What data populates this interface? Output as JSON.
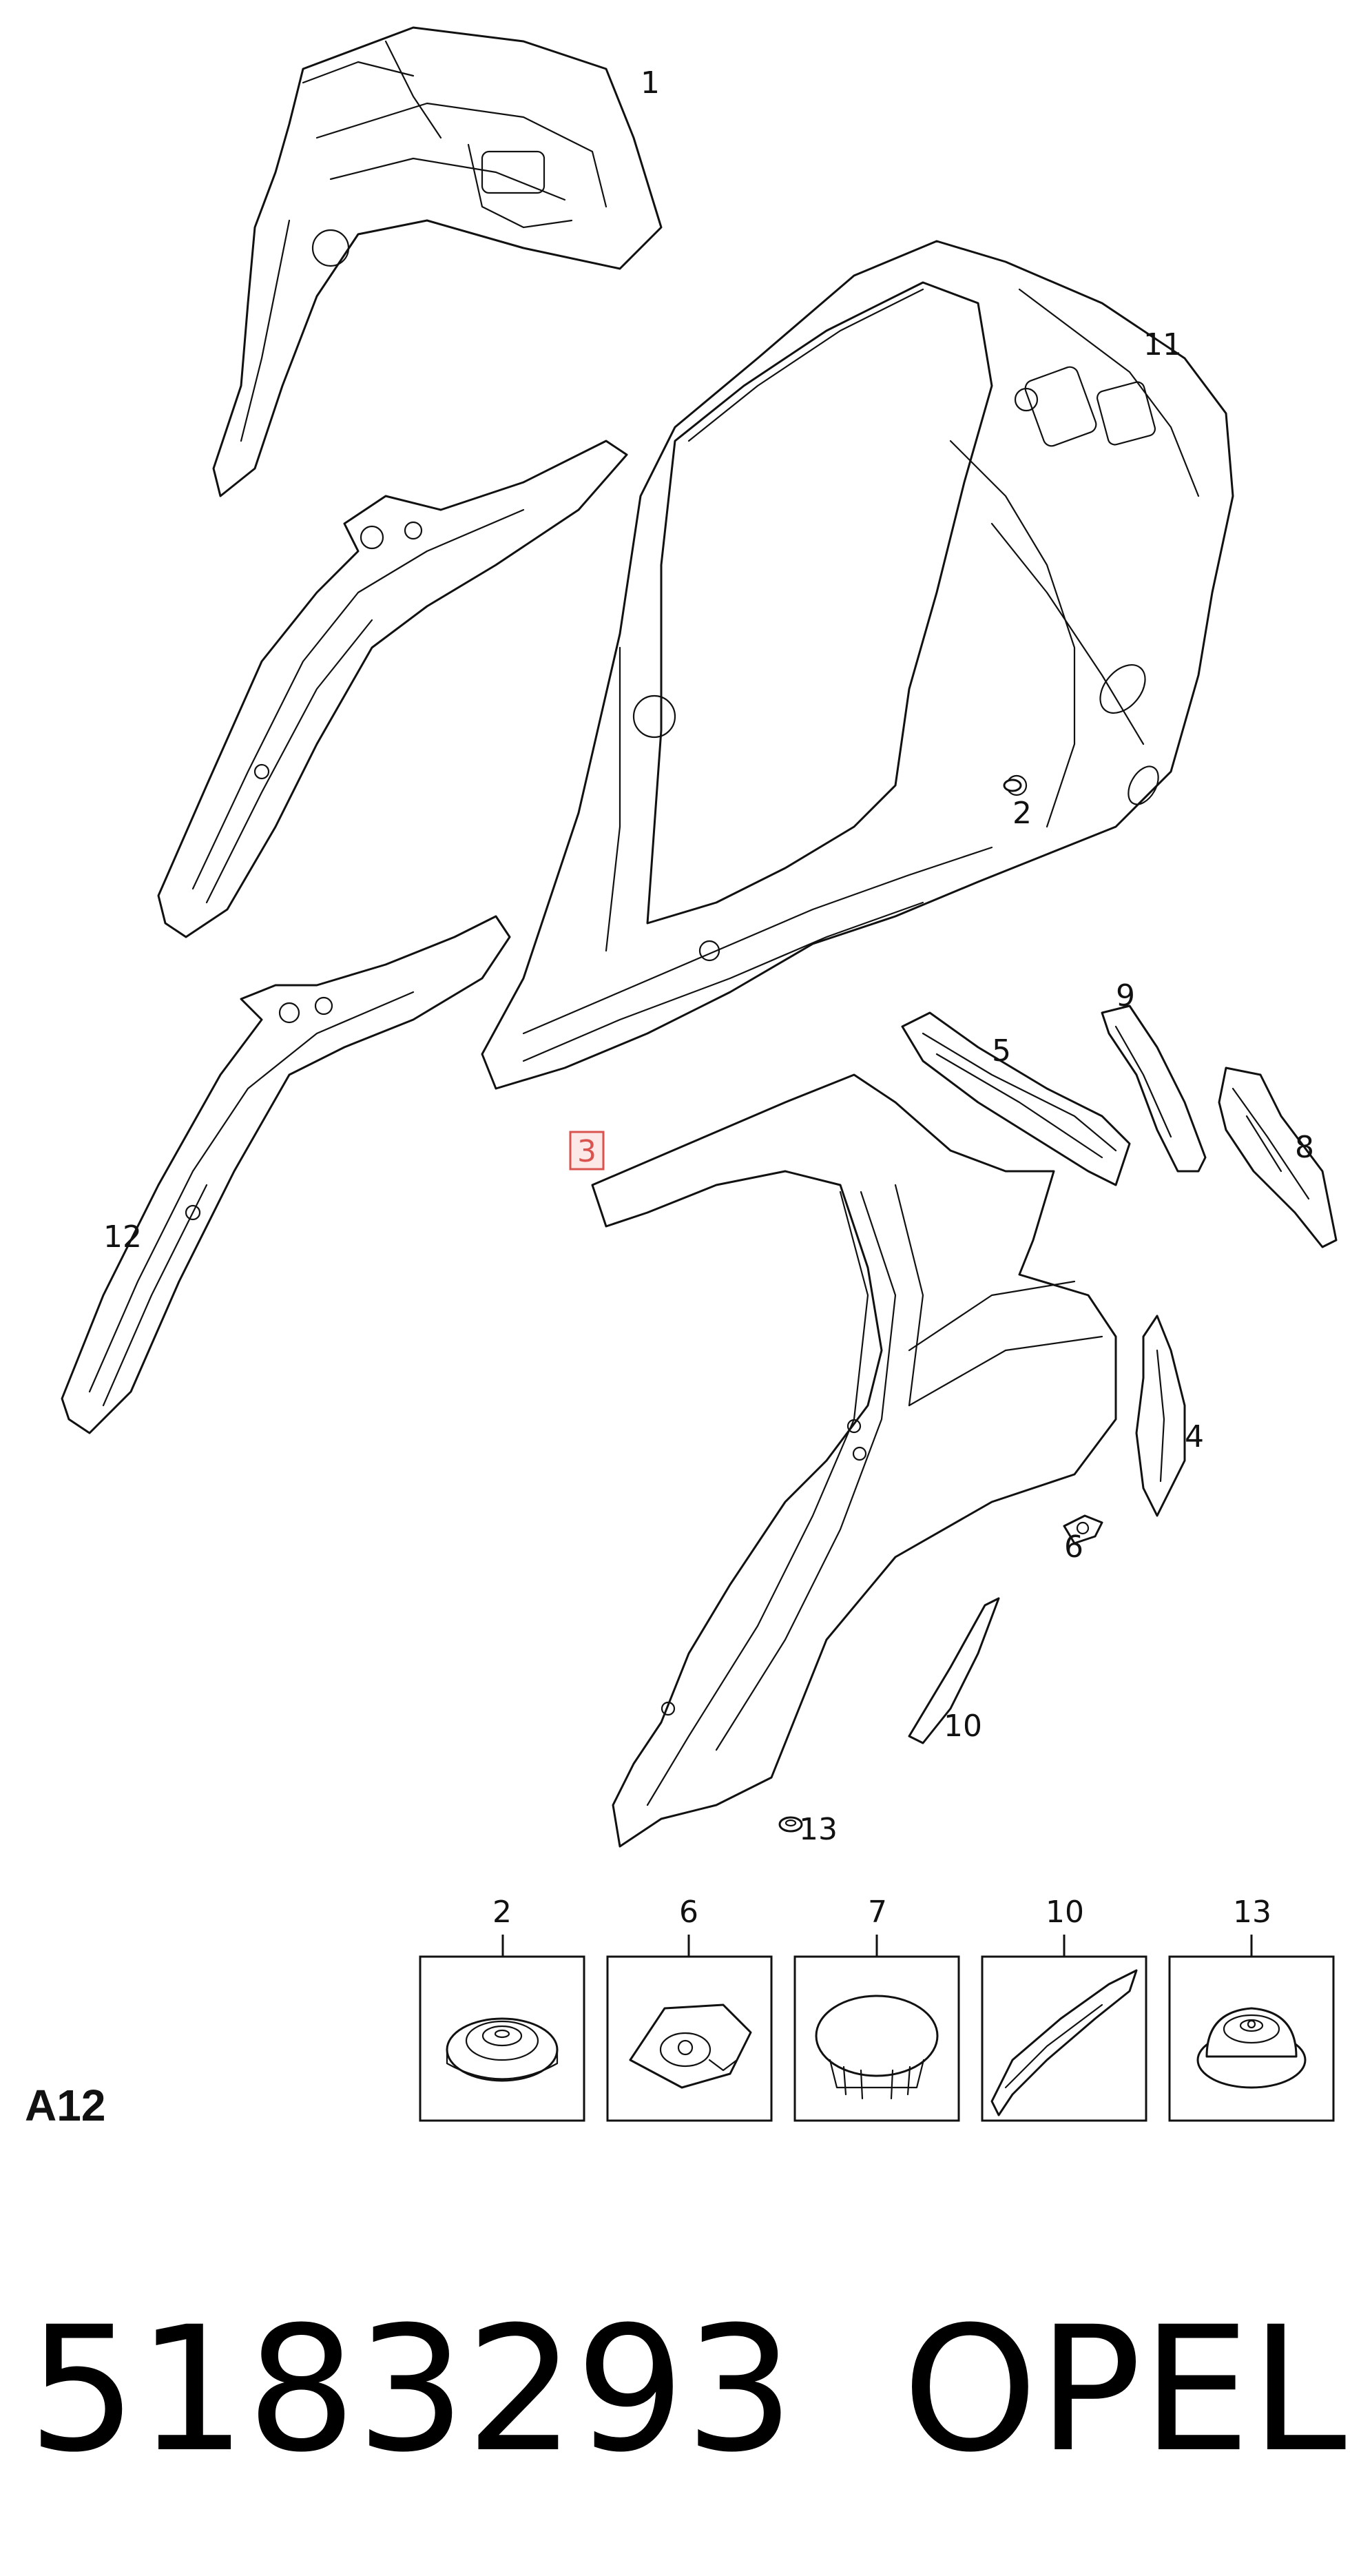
{
  "callouts": {
    "c1": "1",
    "c2": "2",
    "c3": "3",
    "c4": "4",
    "c5": "5",
    "c6": "6",
    "c8": "8",
    "c9": "9",
    "c10": "10",
    "c11": "11",
    "c12": "12",
    "c13": "13"
  },
  "thumbnails": [
    {
      "label": "2",
      "icon": "grommet-round-icon"
    },
    {
      "label": "6",
      "icon": "clip-square-icon"
    },
    {
      "label": "7",
      "icon": "plug-cap-icon"
    },
    {
      "label": "10",
      "icon": "strip-seal-icon"
    },
    {
      "label": "13",
      "icon": "grommet-domed-icon"
    }
  ],
  "section_code": "A12",
  "footer": {
    "part_number": "5183293",
    "brand": "OPEL"
  },
  "colors": {
    "line": "#111111",
    "highlight": "#d9534f"
  }
}
